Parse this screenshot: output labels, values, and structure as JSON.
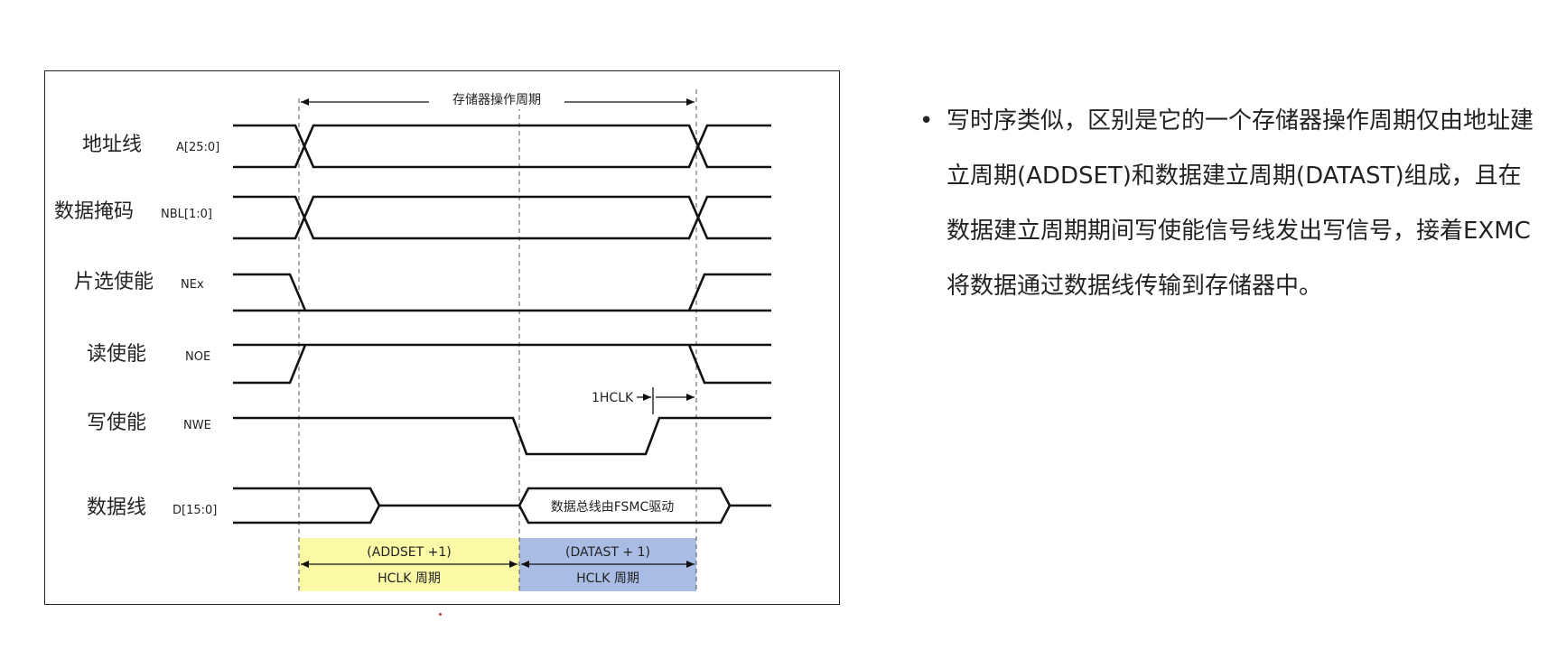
{
  "diagram": {
    "cycle_label": "存储器操作周期",
    "signals": {
      "addr": {
        "cn": "地址线",
        "en": "A[25:0]"
      },
      "nbl": {
        "cn": "数据掩码",
        "en": "NBL[1:0]"
      },
      "nex": {
        "cn": "片选使能",
        "en": "NEx"
      },
      "noe": {
        "cn": "读使能",
        "en": "NOE"
      },
      "nwe": {
        "cn": "写使能",
        "en": "NWE"
      },
      "data": {
        "cn": "数据线",
        "en": "D[15:0]"
      }
    },
    "hclk_note": "1HCLK",
    "bus_note": "数据总线由FSMC驱动",
    "addset": {
      "line1": "(ADDSET +1)",
      "line2": "HCLK 周期",
      "color": "#fafaa6"
    },
    "datast": {
      "line1": "(DATAST + 1)",
      "line2": "HCLK 周期",
      "color": "#a9bde4"
    }
  },
  "text": {
    "bullet": "•",
    "body": "写时序类似，区别是它的一个存储器操作周期仅由地址建立周期(ADDSET)和数据建立周期(DATAST)组成，且在数据建立周期期间写使能信号线发出写信号，接着EXMC将数据通过数据线传输到存储器中。"
  }
}
